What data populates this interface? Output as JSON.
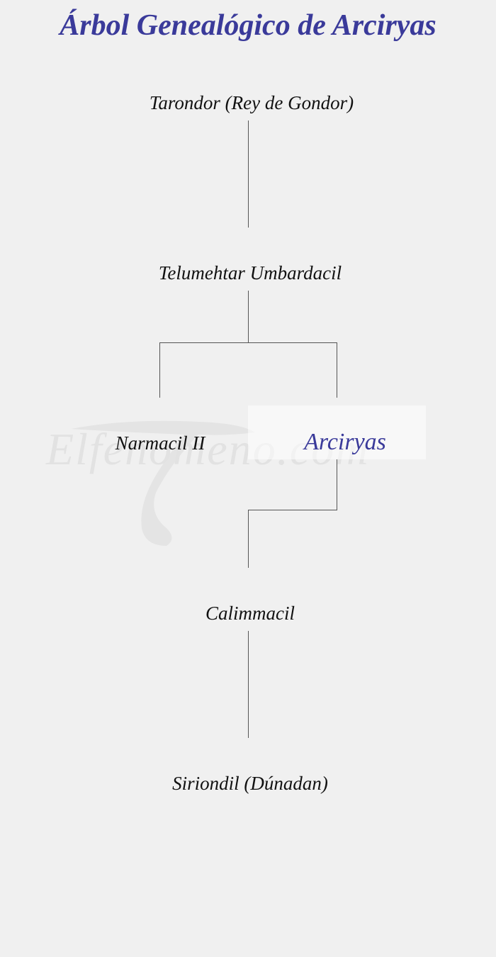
{
  "title": "Árbol Genealógico de Arciryas",
  "watermark": "Elfenomeno.com",
  "colors": {
    "background": "#f0f0f0",
    "title": "#3a3a9a",
    "focus": "#3a3a9a",
    "text": "#111111",
    "lines": "#555555"
  },
  "nodes": {
    "tarondor": "Tarondor (Rey de Gondor)",
    "telumehtar": "Telumehtar Umbardacil",
    "narmacil": "Narmacil II",
    "arciryas": "Arciryas",
    "calimmacil": "Calimmacil",
    "siriondil": "Siriondil (Dúnadan)"
  }
}
